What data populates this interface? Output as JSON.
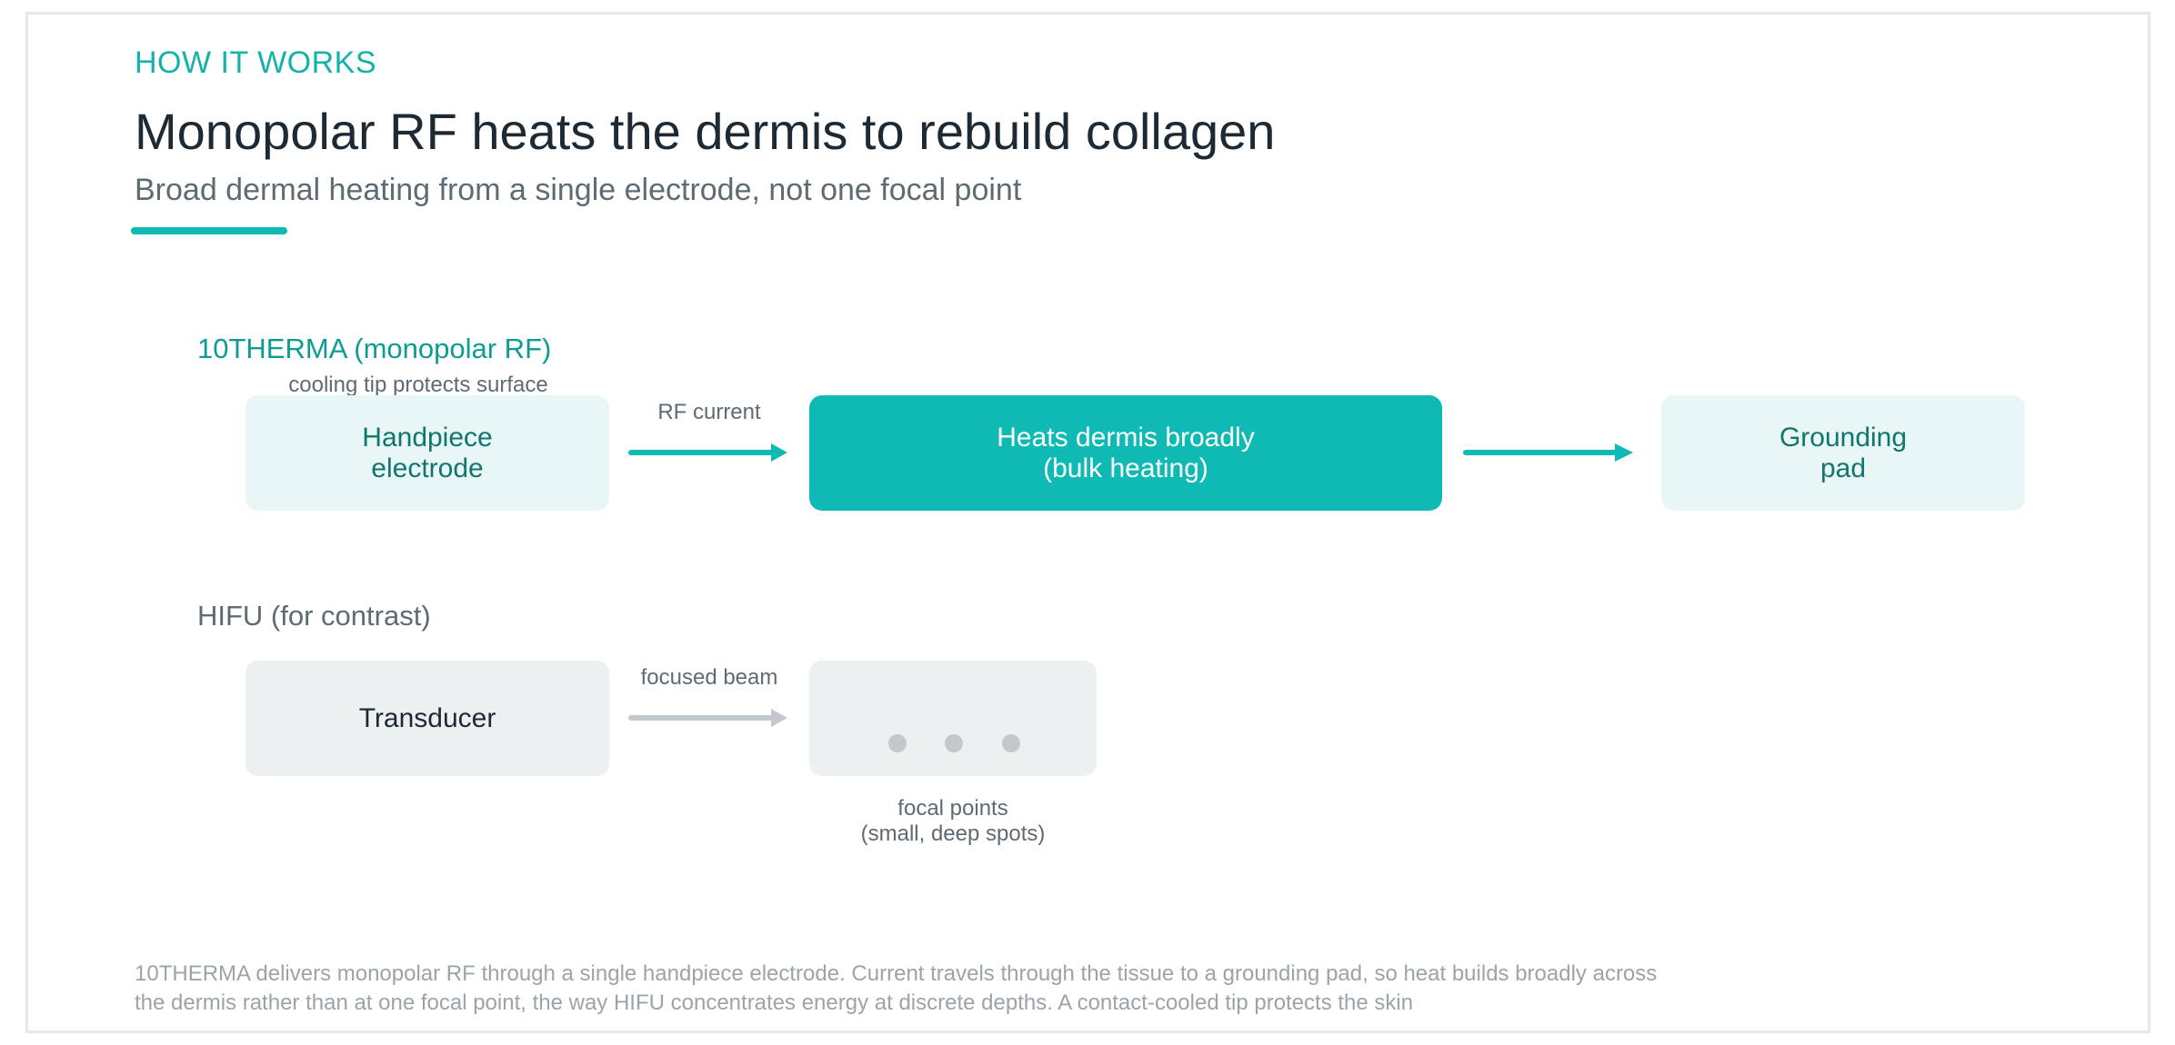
{
  "header": {
    "eyebrow": "HOW IT WORKS",
    "title": "Monopolar RF heats the dermis to rebuild collagen",
    "subtitle": "Broad dermal heating from a single electrode, not one focal point"
  },
  "rf_row": {
    "label": "10THERMA (monopolar RF)",
    "cooling_note": "cooling tip protects surface",
    "handpiece": "Handpiece\nelectrode",
    "arrow1_label": "RF current",
    "dermis": "Heats dermis broadly\n(bulk heating)",
    "grounding": "Grounding\npad"
  },
  "hifu_row": {
    "label": "HIFU (for contrast)",
    "transducer": "Transducer",
    "arrow_label": "focused beam",
    "focal_caption": "focal points\n(small, deep spots)"
  },
  "footer": {
    "text": "10THERMA delivers monopolar RF through a single handpiece electrode. Current travels through the tissue to a grounding pad, so heat builds broadly across the dermis rather than at one focal point, the way HIFU concentrates energy at discrete depths. A contact-cooled tip protects the skin"
  },
  "colors": {
    "accent": "#0ebab3",
    "accent_text": "#12756f",
    "grey_arrow": "#c2c8cc"
  }
}
